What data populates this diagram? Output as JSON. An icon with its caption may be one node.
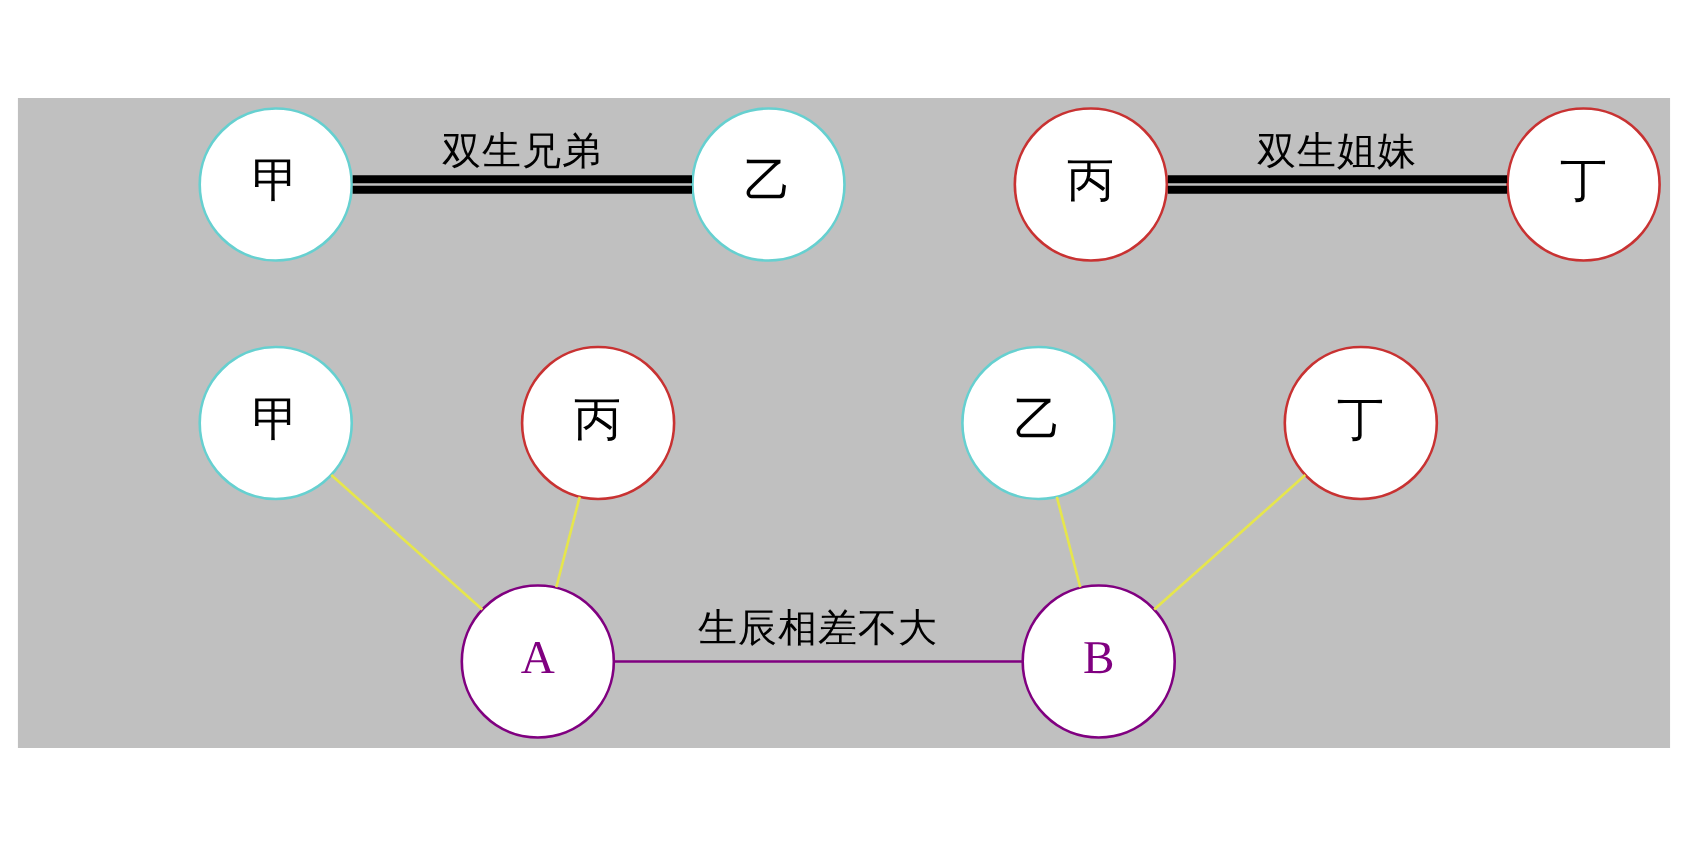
{
  "diagram": {
    "nodes": [
      {
        "text": [
          "甲"
        ]
      },
      {
        "text": [
          "乙"
        ]
      },
      {
        "text": [
          "丙"
        ]
      },
      {
        "text": [
          "丁"
        ]
      },
      {
        "text": [
          "甲"
        ]
      },
      {
        "text": [
          "丙"
        ]
      },
      {
        "text": [
          "乙"
        ]
      },
      {
        "text": [
          "丁"
        ]
      },
      {
        "text": [
          "A"
        ]
      },
      {
        "text": [
          "B"
        ]
      }
    ],
    "edges": [
      {
        "from": 0,
        "to": 1,
        "arrow": "none",
        "label": "双生兄弟",
        "style": "thick",
        "color": "#000000"
      },
      {
        "from": 2,
        "to": 3,
        "arrow": "none",
        "label": "双生姐妹",
        "style": "thick",
        "color": "#000000"
      },
      {
        "from": 4,
        "to": 8,
        "arrow": "none"
      },
      {
        "from": 5,
        "to": 8,
        "arrow": "none"
      },
      {
        "from": 6,
        "to": 9,
        "arrow": "none"
      },
      {
        "from": 7,
        "to": 9,
        "arrow": "none"
      },
      {
        "from": 8,
        "to": 9,
        "arrow": "none",
        "label": "生辰相差不大",
        "color": "#800080"
      }
    ]
  }
}
